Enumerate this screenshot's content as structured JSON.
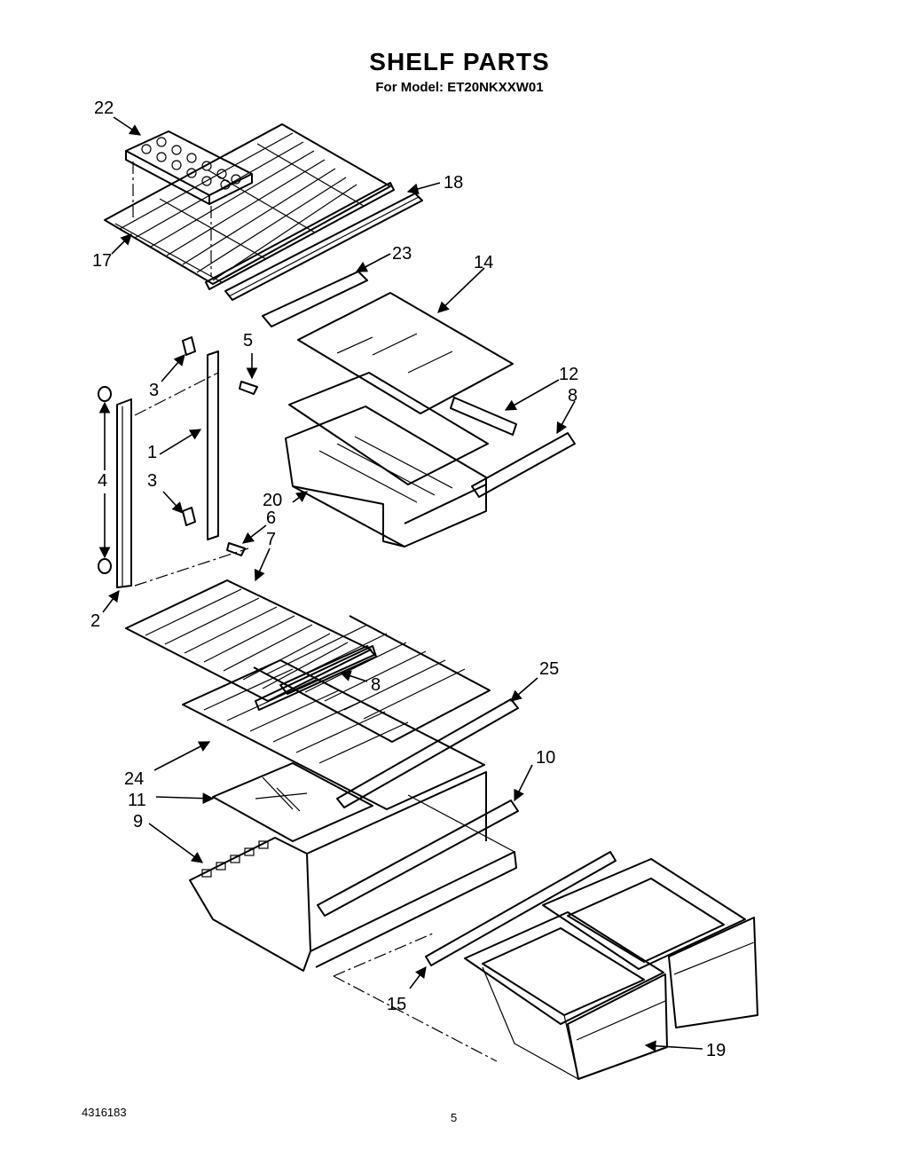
{
  "header": {
    "title": "SHELF PARTS",
    "subtitle": "For Model: ET20NKXXW01"
  },
  "callouts": [
    "22",
    "18",
    "17",
    "23",
    "14",
    "5",
    "3",
    "12",
    "8",
    "1",
    "4",
    "3",
    "20",
    "6",
    "7",
    "2",
    "8",
    "25",
    "24",
    "10",
    "11",
    "9",
    "15",
    "19"
  ],
  "footer": {
    "doc_number": "4316183",
    "page_number": "5"
  }
}
